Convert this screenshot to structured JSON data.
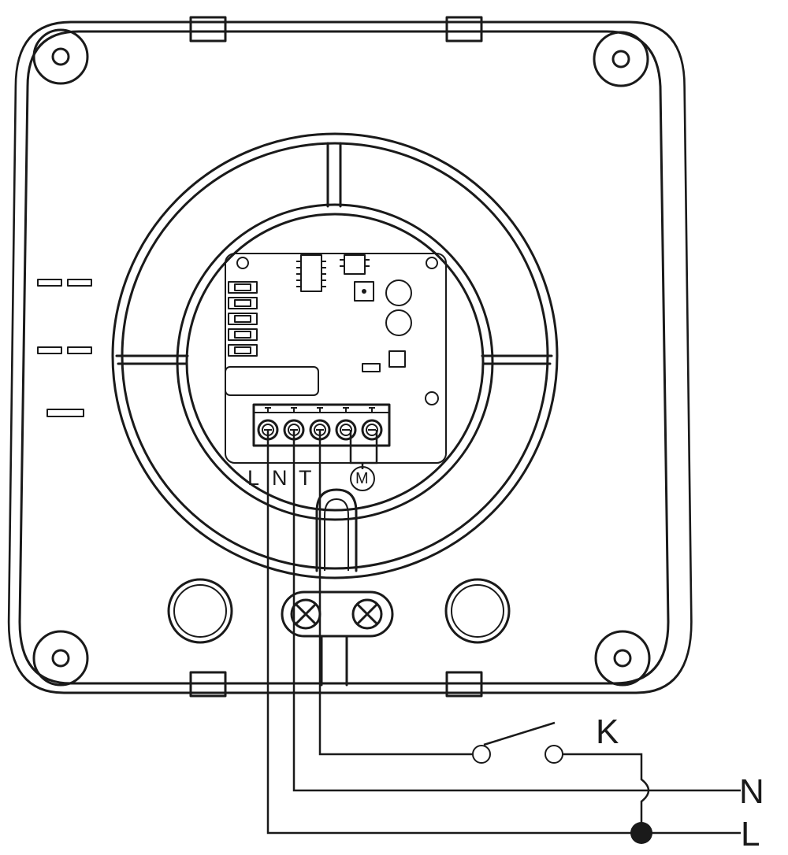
{
  "terminal_labels": {
    "l": "L",
    "n": "N",
    "t": "T",
    "m": "M"
  },
  "supply_labels": {
    "switch": "K",
    "neutral": "N",
    "live": "L"
  },
  "colors": {
    "ink": "#1a1a1a",
    "background": "#ffffff"
  }
}
